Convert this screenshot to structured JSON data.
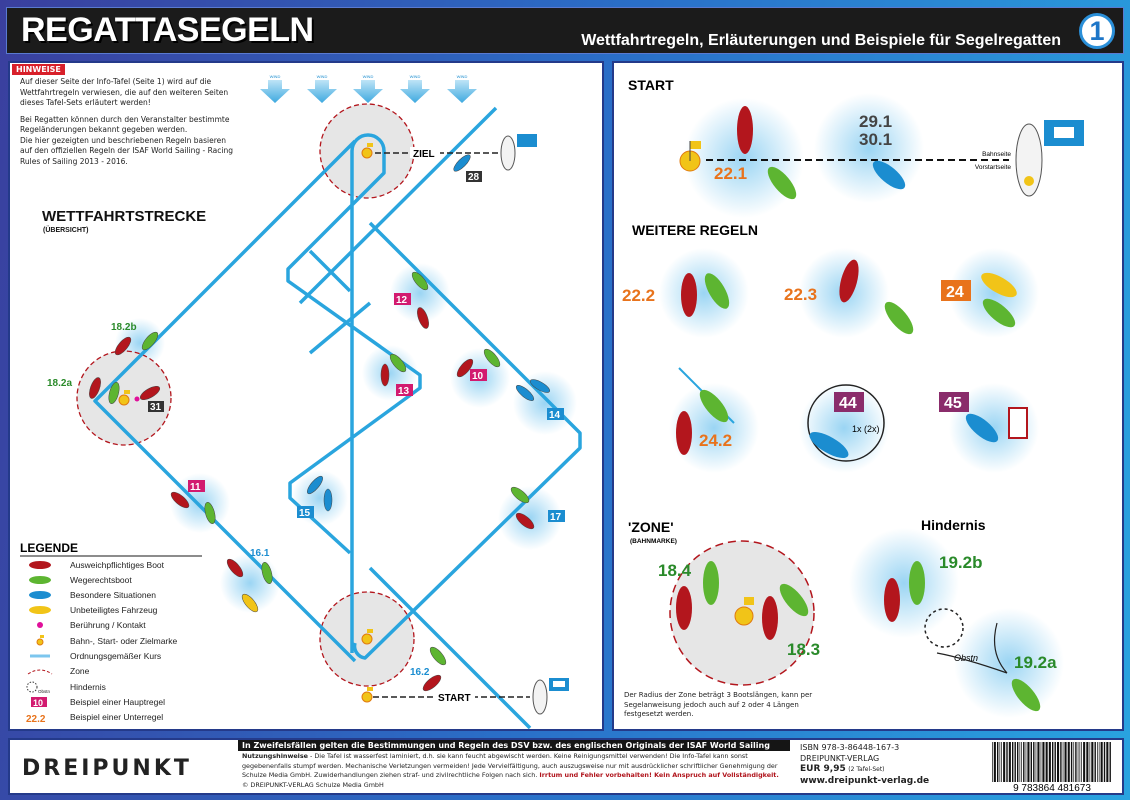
{
  "header": {
    "title": "REGATTASEGELN",
    "subtitle": "Wettfahrtregeln, Erläuterungen und Beispiele für Segelregatten",
    "page_number": "1"
  },
  "hints": {
    "tag": "HINWEISE",
    "paragraphs": [
      "Auf dieser Seite der Info-Tafel (Seite 1) wird auf die Wettfahrtregeln verwiesen, die auf den weiteren Seiten dieses Tafel-Sets erläutert werden!",
      "Bei Regatten können durch den Veranstalter bestimmte Regeländerungen bekannt gegeben werden.",
      "Die hier gezeigten und beschriebenen Regeln basieren auf den offiziellen Regeln der ISAF World Sailing - Racing Rules of Sailing 2013 - 2016."
    ]
  },
  "course": {
    "title": "WETTFAHRTSTRECKE",
    "subtitle": "(ÜBERSICHT)",
    "wind_label": "WIND",
    "finish_label": "ZIEL",
    "start_label": "START",
    "labels": {
      "r28": "28",
      "r31": "31",
      "r18_2a": "18.2a",
      "r18_2b": "18.2b",
      "r10": "10",
      "r11": "11",
      "r12": "12",
      "r13": "13",
      "r14": "14",
      "r15": "15",
      "r17": "17",
      "r16_1": "16.1",
      "r16_2": "16.2"
    }
  },
  "legend": {
    "title": "LEGENDE",
    "items": [
      "Ausweichpflichtiges Boot",
      "Wegerechtsboot",
      "Besondere Situationen",
      "Unbeteiligtes Fahrzeug",
      "Berührung / Kontakt",
      "Bahn-, Start- oder Zielmarke",
      "Ordnungsgemäßer Kurs",
      "Zone",
      "Hindernis",
      "Beispiel einer Hauptregel",
      "Beispiel einer Unterregel"
    ],
    "obstacle_mini": "Obstn",
    "main_rule_example": "10",
    "sub_rule_example": "22.2"
  },
  "start": {
    "title": "START",
    "rule": "22.1",
    "rules_center": [
      "29.1",
      "30.1"
    ],
    "course_side": "Bahnseite",
    "prestart_side": "Vorstartseite"
  },
  "more_rules": {
    "title": "WEITERE REGELN",
    "r22_2": "22.2",
    "r22_3": "22.3",
    "r24": "24",
    "r24_2": "24.2",
    "r44": "44",
    "r45": "45",
    "penalty": "1x (2x)"
  },
  "zone": {
    "title": "'ZONE'",
    "subtitle": "(BAHNMARKE)",
    "r18_4": "18.4",
    "r18_3": "18.3",
    "note": "Der Radius der Zone beträgt 3 Bootslängen, kann per Segelanweisung jedoch auch auf 2 oder 4 Längen festgesetzt werden."
  },
  "obstacle": {
    "title": "Hindernis",
    "r19_2b": "19.2b",
    "r19_2a": "19.2a",
    "label": "Obstn"
  },
  "footer": {
    "logo": "DREIPUNKT",
    "notice_title": "In Zweifelsfällen gelten die Bestimmungen und Regeln des DSV bzw. des englischen Originals der ISAF World Sailing",
    "notice_lead": "Nutzungshinweise",
    "notice_body": " - Die Tafel ist wasserfest laminiert, d.h. sie kann feucht abgewischt werden. Keine Reinigungsmittel verwenden! Die Info-Tafel kann sonst gegebenenfalls stumpf werden. Mechanische Verletzungen vermeiden! Jede Vervielfältigung, auch auszugsweise nur mit ausdrücklicher schriftlicher Genehmigung der Schulze Media GmbH. Zuwiderhandlungen ziehen straf- und zivilrechtliche Folgen nach sich. ",
    "notice_warning": "Irrtum und Fehler vorbehalten! Kein Anspruch auf Vollständigkeit.",
    "notice_copyright": " © DREIPUNKT-VERLAG Schulze Media GmbH",
    "isbn": "ISBN  978-3-86448-167-3",
    "publisher": "DREIPUNKT-VERLAG",
    "price": "EUR 9,95",
    "price_note": "(2 Tafel-Set)",
    "website": "www.dreipunkt-verlag.de",
    "barcode_digits": "9 783864 481673"
  },
  "colors": {
    "give_way": "#b3161d",
    "right_of_way": "#5db531",
    "special": "#1b8dd0",
    "uninvolved": "#f1c418",
    "course": "#2aa5de",
    "main_rule": "#d21a6f",
    "sub_rule": "#e8731c",
    "penalty_box": "#8a2c6b",
    "zone": "#b3161d"
  }
}
